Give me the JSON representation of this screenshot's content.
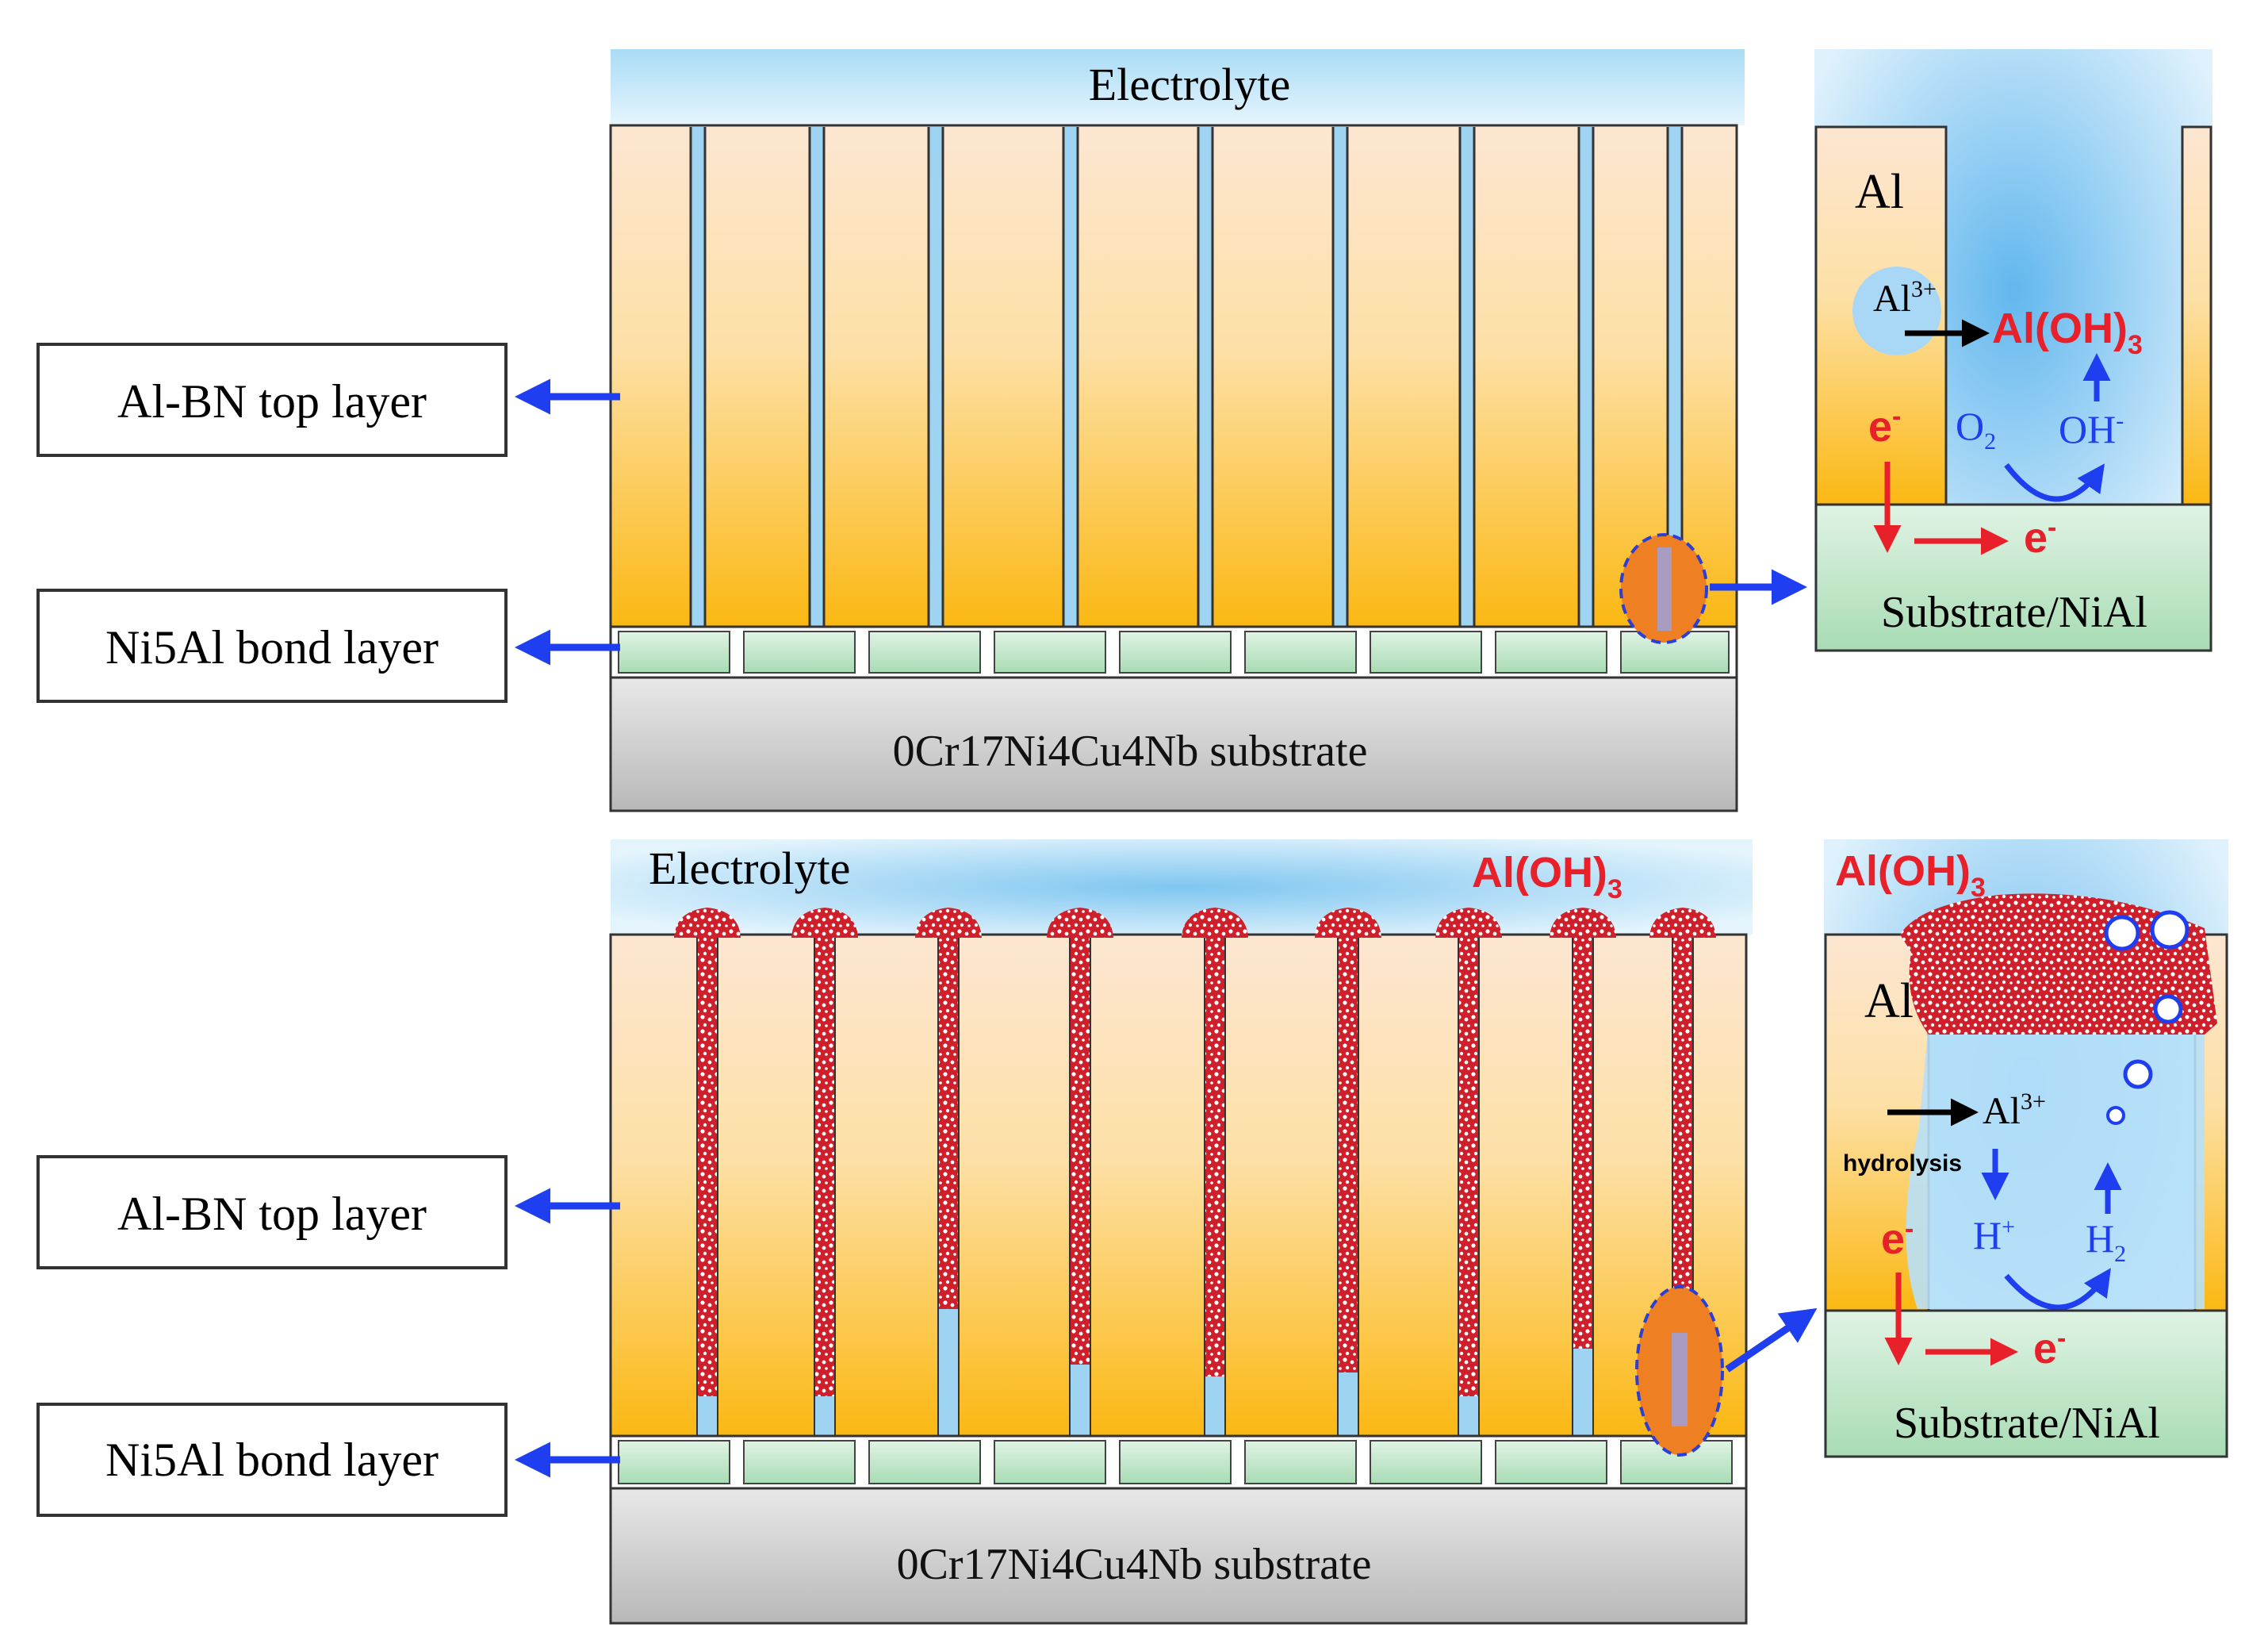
{
  "colors": {
    "electrolyte": "#8ecdf0",
    "coating_top": "#fde4cc",
    "coating_bottom": "#fbb813",
    "bond": "#cfecd6",
    "substrate": "#c9c9c9",
    "hydroxide": "#d1202a",
    "label_red": "#e8202a",
    "arrow_blue": "#1e3ef0"
  },
  "top_panel": {
    "electrolyte": "Electrolyte",
    "substrate": "0Cr17Ni4Cu4Nb substrate",
    "label_top_layer": "Al-BN top layer",
    "label_bond_layer": "Ni5Al bond layer",
    "detail": {
      "al": "Al",
      "al3_base": "Al",
      "al3_sup": "3+",
      "product_base": "Al(OH)",
      "product_sub": "3",
      "electron_base": "e",
      "electron_sup": "-",
      "o2_base": "O",
      "o2_sub": "2",
      "oh_base": "OH",
      "oh_sup": "-",
      "substrate": "Substrate/NiAl"
    }
  },
  "bottom_panel": {
    "electrolyte": "Electrolyte",
    "product_base": "Al(OH)",
    "product_sub": "3",
    "substrate": "0Cr17Ni4Cu4Nb substrate",
    "label_top_layer": "Al-BN top layer",
    "label_bond_layer": "Ni5Al bond layer",
    "detail": {
      "product_base": "Al(OH)",
      "product_sub": "3",
      "al": "Al",
      "al3_base": "Al",
      "al3_sup": "3+",
      "hydrolysis": "hydrolysis",
      "electron_base": "e",
      "electron_sup": "-",
      "h_base": "H",
      "h_sup": "+",
      "h2_base": "H",
      "h2_sub": "2",
      "substrate": "Substrate/NiAl"
    }
  }
}
